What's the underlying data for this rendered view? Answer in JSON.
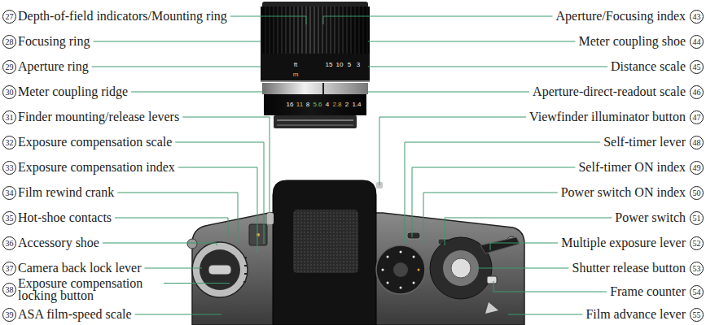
{
  "diagram": {
    "labels": [
      "27",
      "Depth-of-field indicators/Mounting ring",
      "28",
      "Focusing ring",
      "29",
      "Aperture ring",
      "30",
      "Meter coupling ridge",
      "31",
      "Finder mounting/release levers",
      "32",
      "Exposure compensation scale",
      "33",
      "Exposure compensation index",
      "34",
      "Film rewind crank",
      "35",
      "Hot-shoe contacts",
      "36",
      "Accessory shoe",
      "37",
      "Camera back lock lever",
      "38",
      "Exposure compensation locking button",
      "39",
      "ASA film-speed scale",
      "43",
      "Aperture/Focusing index",
      "44",
      "Meter coupling shoe",
      "45",
      "Distance scale",
      "46",
      "Aperture-direct-readout scale",
      "47",
      "Viewfinder illuminator button",
      "48",
      "Self-timer lever",
      "49",
      "Self-timer ON index",
      "50",
      "Power switch ON index",
      "51",
      "Power switch",
      "52",
      "Multiple exposure lever",
      "53",
      "Shutter release button",
      "54",
      "Frame counter",
      "55",
      "Film advance lever",
      "ft",
      "m",
      "15",
      "10",
      "5",
      "3",
      "16",
      "11",
      "8",
      "5.6",
      "4",
      "2.8",
      "2",
      "1.4"
    ]
  }
}
